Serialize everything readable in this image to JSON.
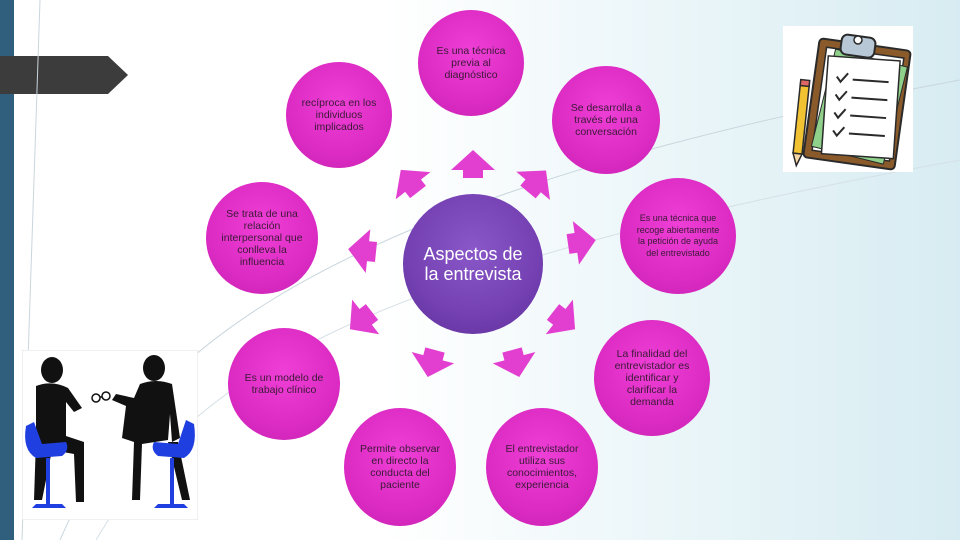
{
  "diagram": {
    "center": {
      "label": "Aspectos de la entrevista"
    },
    "nodes": [
      {
        "id": "top",
        "text": "Es una técnica previa al diagnóstico"
      },
      {
        "id": "top-right",
        "text": "Se desarrolla a través de una conversación"
      },
      {
        "id": "right",
        "text": "Es una técnica que recoge abiertamente la petición de ayuda del entrevistado"
      },
      {
        "id": "bottom-right",
        "text": "La finalidad del entrevistador es identificar y clarificar la demanda"
      },
      {
        "id": "bottom-mid-right",
        "text": "El entrevistador utiliza sus conocimientos, experiencia"
      },
      {
        "id": "bottom-mid-left",
        "text": "Permite observar en directo la conducta del paciente"
      },
      {
        "id": "bottom-left",
        "text": "Es un modelo de trabajo clínico"
      },
      {
        "id": "left",
        "text": "Se trata de una relación interpersonal que conlleva la influencia"
      },
      {
        "id": "top-left",
        "text": "recíproca en los individuos implicados"
      }
    ],
    "colors": {
      "node": "#e030c8",
      "center": "#7440b2",
      "arrow": "#e23fd0",
      "accent_bar": "#2f5f7c"
    }
  },
  "icons": [
    "clipboard-checklist-icon",
    "interview-people-icon"
  ]
}
